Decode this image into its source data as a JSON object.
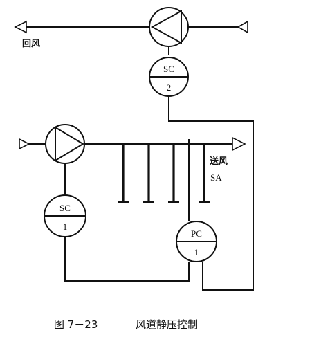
{
  "labels": {
    "return_air": "回风",
    "supply_air": "送风",
    "supply_abbr": "SA"
  },
  "controllers": {
    "sc2": {
      "top": "SC",
      "bottom": "2"
    },
    "sc1": {
      "top": "SC",
      "bottom": "1"
    },
    "pc1": {
      "top": "PC",
      "bottom": "1"
    }
  },
  "caption": {
    "figure_no": "图 7－23",
    "title": "风道静压控制"
  }
}
